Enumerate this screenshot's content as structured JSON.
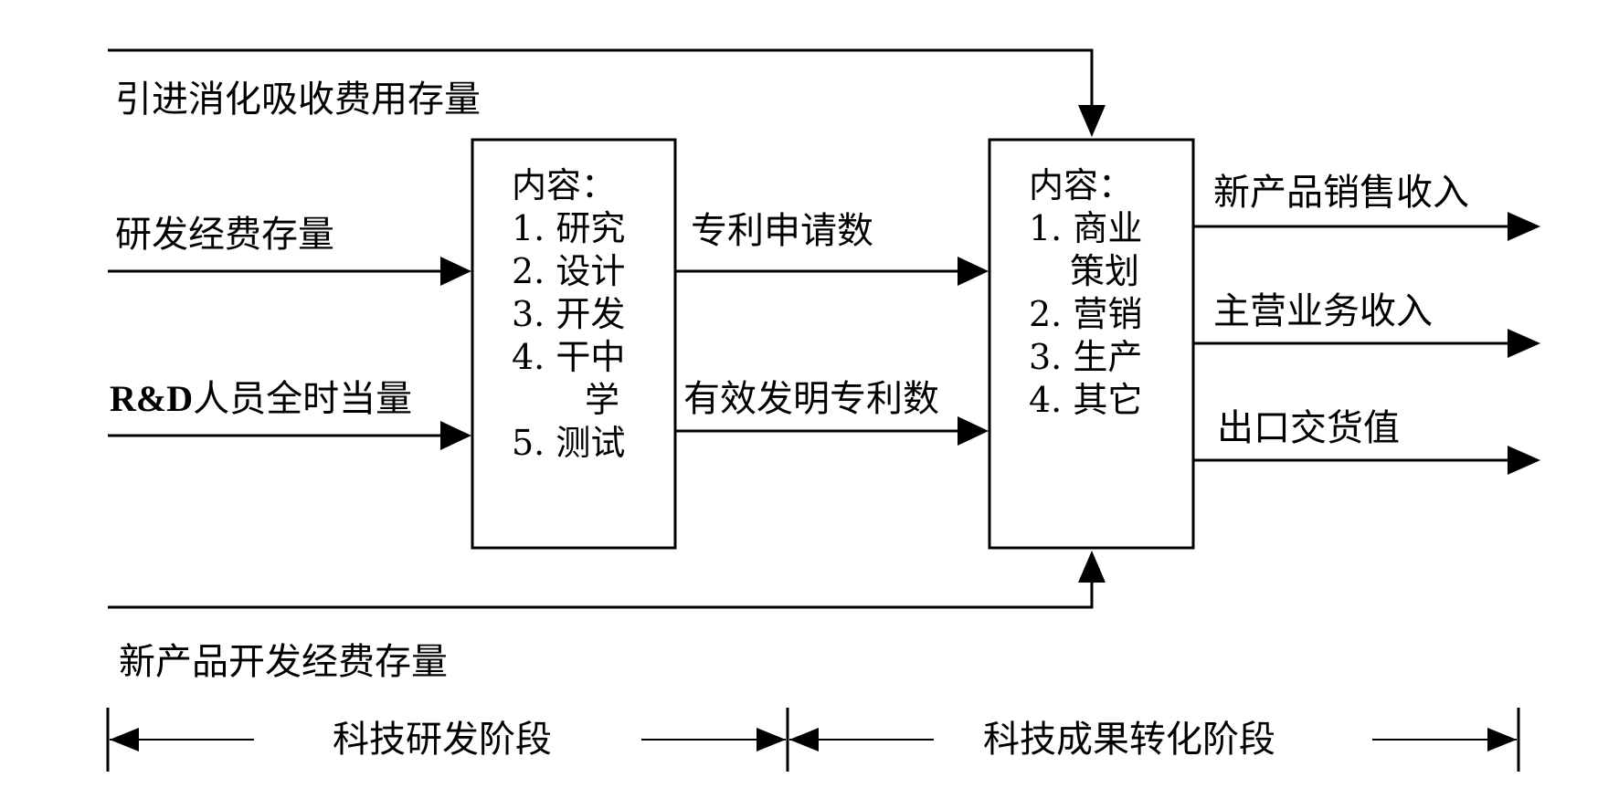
{
  "inputs": {
    "introduction": "引进消化吸收费用存量",
    "rd_funding": "研发经费存量",
    "rd_personnel_prefix": "R&D",
    "rd_personnel_suffix": "人员全时当量",
    "new_product_funding": "新产品开发经费存量"
  },
  "box_rd": {
    "heading": "内容：",
    "items": [
      "1. 研究",
      "2. 设计",
      "3. 开发",
      "4. 干中",
      "学",
      "5. 测试"
    ]
  },
  "middle": {
    "patent_applications": "专利申请数",
    "invention_patents": "有效发明专利数"
  },
  "box_conv": {
    "heading": "内容：",
    "items": [
      "1. 商业",
      "策划",
      "2. 营销",
      "3. 生产",
      "4. 其它"
    ]
  },
  "outputs": {
    "new_product_sales": "新产品销售收入",
    "main_business": "主营业务收入",
    "export": "出口交货值"
  },
  "stages": {
    "rd_stage": "科技研发阶段",
    "conversion_stage": "科技成果转化阶段"
  }
}
